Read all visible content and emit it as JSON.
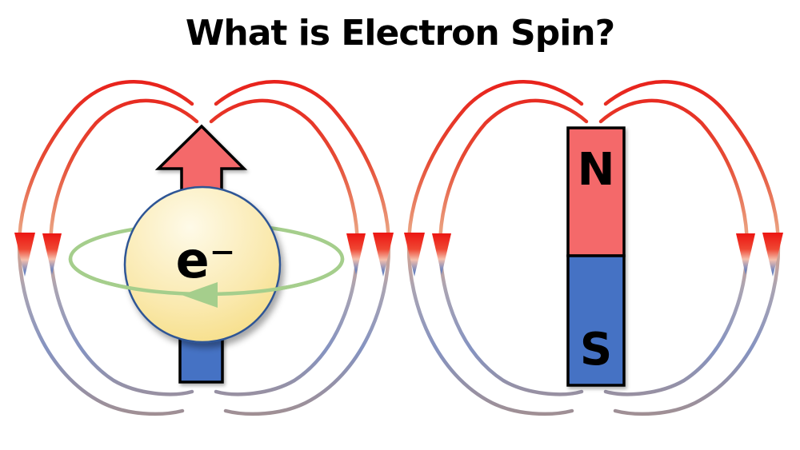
{
  "title": "What is Electron Spin?",
  "left_diagram": {
    "electron_label": "e⁻"
  },
  "right_diagram": {
    "north_label": "N",
    "south_label": "S"
  },
  "colors": {
    "background": "#FFFFFF",
    "title_text": "#000000",
    "label_text": "#000000",
    "field_line_red": "#E81F1A",
    "field_line_red_soft": "#E64C35",
    "field_line_salmon": "#EA9F7E",
    "field_line_gray": "#ABA4B2",
    "field_line_blue": "#8593C1",
    "field_line_tail_gray": "#A18F92",
    "arrowhead_red": "#EC1612",
    "arrowhead_red_soft": "#EF4733",
    "arrowhead_light": "#F5BFAC",
    "arrowhead_blue": "#6E84BE",
    "spin_arrow_fill": "#F4696B",
    "spin_arrow_tail_fill": "#4472C4",
    "outline_black": "#000000",
    "electron_fill_light": "#FEFAE8",
    "electron_fill_mid": "#FAE9AE",
    "electron_fill_dark": "#F4D872",
    "electron_border": "#2E5595",
    "spin_ring_green": "#A5CE8C",
    "magnet_north_fill": "#F4696B",
    "magnet_south_fill": "#4472C4"
  }
}
